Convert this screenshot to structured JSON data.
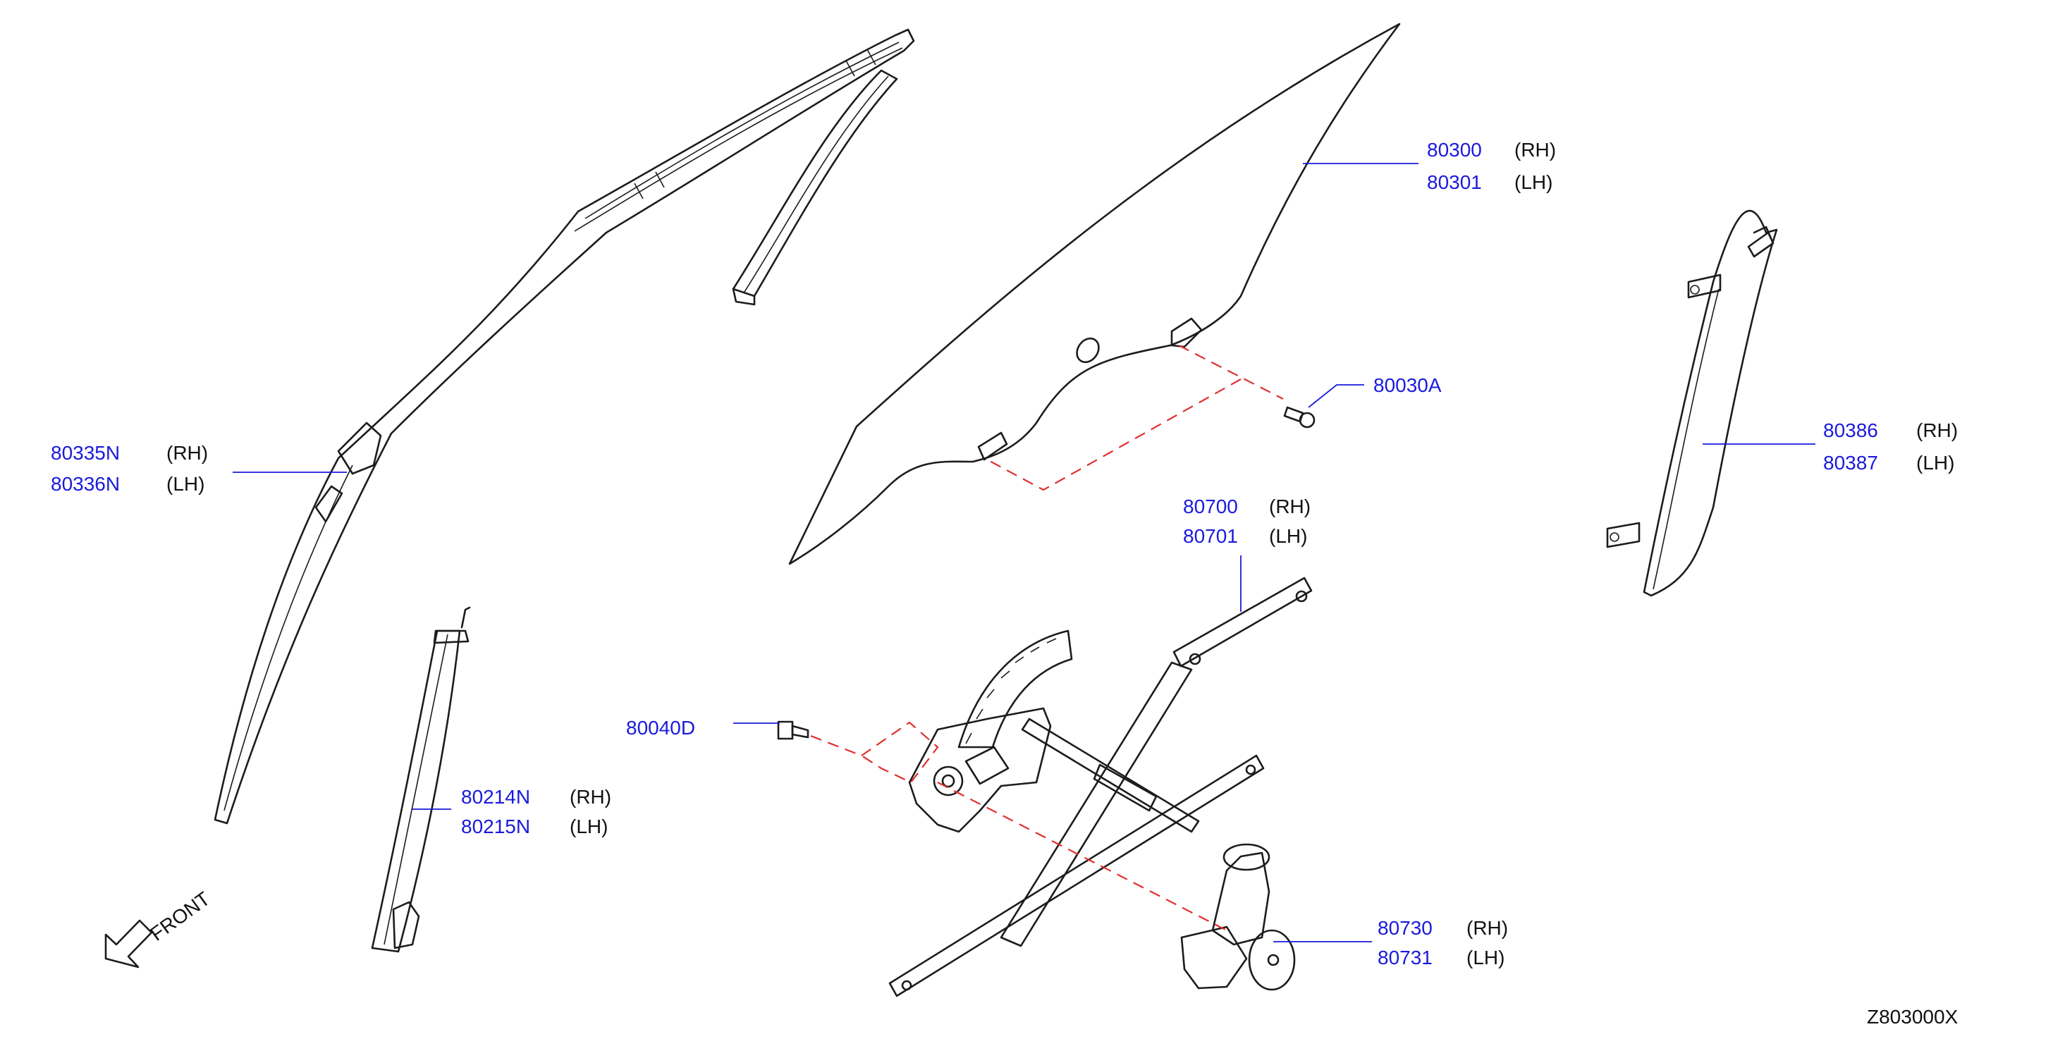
{
  "diagram_id": "Z803000X",
  "front_label": "FRONT",
  "callouts": [
    {
      "id": "glass",
      "parts": [
        {
          "number": "80300",
          "side": "(RH)"
        },
        {
          "number": "80301",
          "side": "(LH)"
        }
      ]
    },
    {
      "id": "glass-bolt",
      "parts": [
        {
          "number": "80030A",
          "side": ""
        }
      ]
    },
    {
      "id": "front-sash",
      "parts": [
        {
          "number": "80335N",
          "side": "(RH)"
        },
        {
          "number": "80336N",
          "side": "(LH)"
        }
      ]
    },
    {
      "id": "rear-sash",
      "parts": [
        {
          "number": "80386",
          "side": "(RH)"
        },
        {
          "number": "80387",
          "side": "(LH)"
        }
      ]
    },
    {
      "id": "regulator",
      "parts": [
        {
          "number": "80700",
          "side": "(RH)"
        },
        {
          "number": "80701",
          "side": "(LH)"
        }
      ]
    },
    {
      "id": "regulator-bolt",
      "parts": [
        {
          "number": "80040D",
          "side": ""
        }
      ]
    },
    {
      "id": "lower-sash",
      "parts": [
        {
          "number": "80214N",
          "side": "(RH)"
        },
        {
          "number": "80215N",
          "side": "(LH)"
        }
      ]
    },
    {
      "id": "motor",
      "parts": [
        {
          "number": "80730",
          "side": "(RH)"
        },
        {
          "number": "80731",
          "side": "(LH)"
        }
      ]
    }
  ],
  "colors": {
    "part_number": "#1a1adc",
    "leader": "#1a1adc",
    "assembly_dash": "#e0302e",
    "line_art": "#1c1c1c"
  }
}
